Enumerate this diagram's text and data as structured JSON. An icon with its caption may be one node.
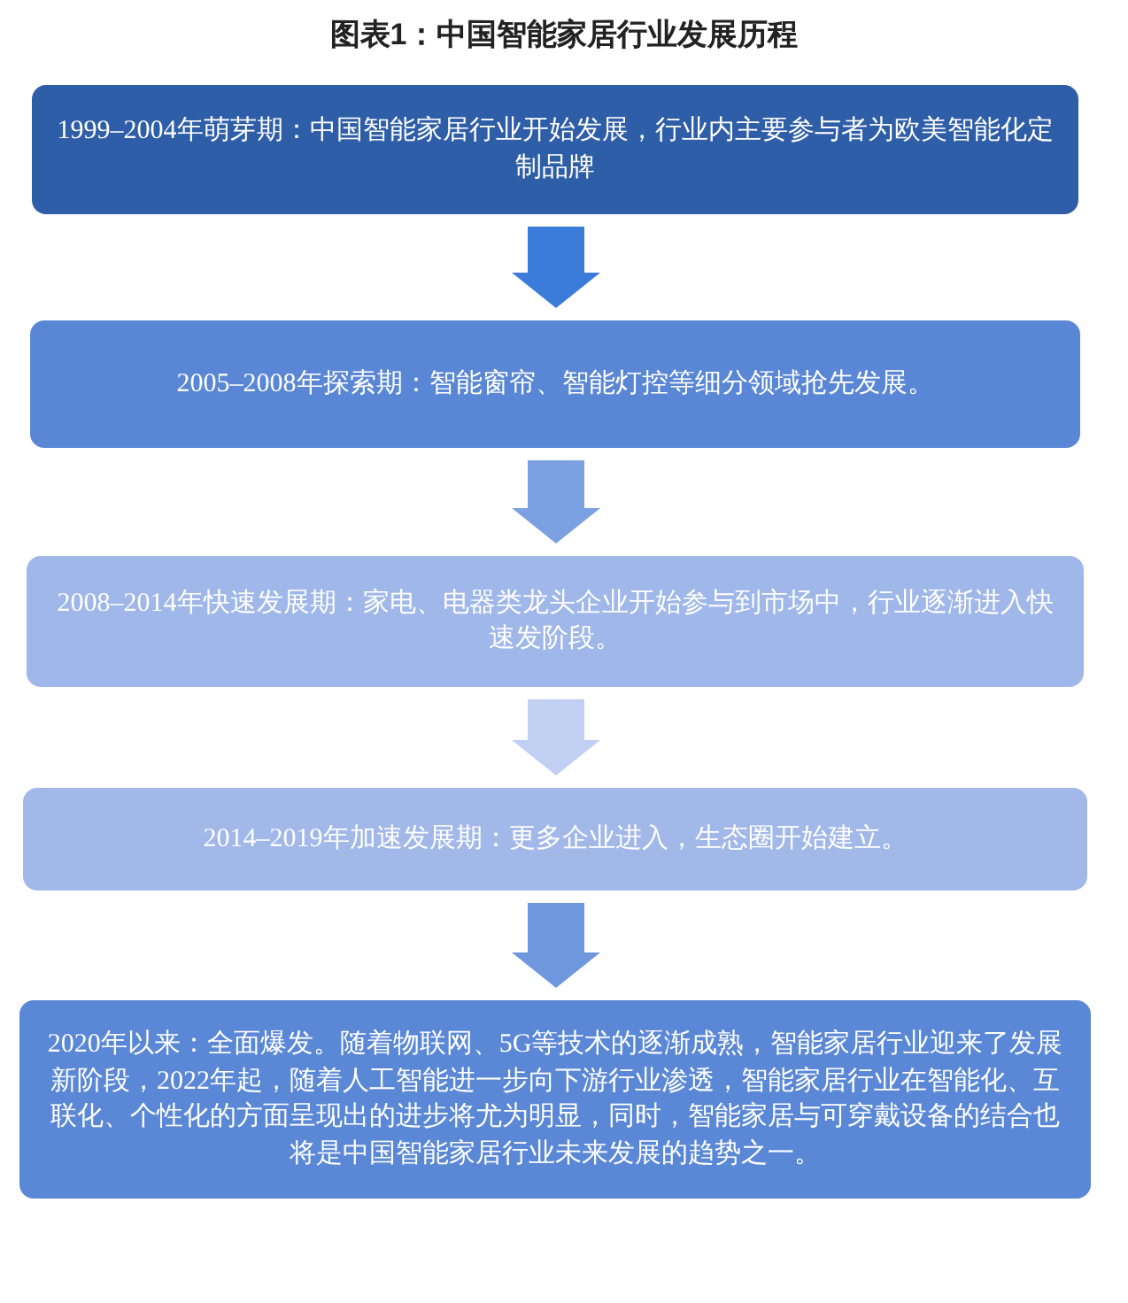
{
  "diagram": {
    "title": "图表1：中国智能家居行业发展历程",
    "nodes": [
      {
        "text": [
          "1999–2004年萌芽期：中国智能家居行业开始发展，行业内主要参与者为欧美智能化定制品牌"
        ]
      },
      {
        "text": [
          "2005–2008年探索期：智能窗帘、智能灯控等细分领域抢先发展。"
        ]
      },
      {
        "text": [
          "2008–2014年快速发展期：家电、电器类龙头企业开始参与到市场中，行业逐渐进入快速发阶段。"
        ]
      },
      {
        "text": [
          "2014–2019年加速发展期：更多企业进入，生态圈开始建立。"
        ]
      },
      {
        "text": [
          "2020年以来：全面爆发。随着物联网、5G等技术的逐渐成熟，智能家居行业迎来了发展新阶段，2022年起，随着人工智能进一步向下游行业渗透，智能家居行业在智能化、互联化、个性化的方面呈现出的进步将尤为明显，同时，智能家居与可穿戴设备的结合也将是中国智能家居行业未来发展的趋势之一。"
        ]
      }
    ],
    "edges": [
      {
        "from": 0,
        "to": 1,
        "arrow": "to",
        "color": "#3b7bd9"
      },
      {
        "from": 1,
        "to": 2,
        "arrow": "to",
        "color": "#7ca1e2"
      },
      {
        "from": 2,
        "to": 3,
        "arrow": "to",
        "color": "#c1cff2"
      },
      {
        "from": 3,
        "to": 4,
        "arrow": "to",
        "color": "#6e97de"
      }
    ]
  }
}
